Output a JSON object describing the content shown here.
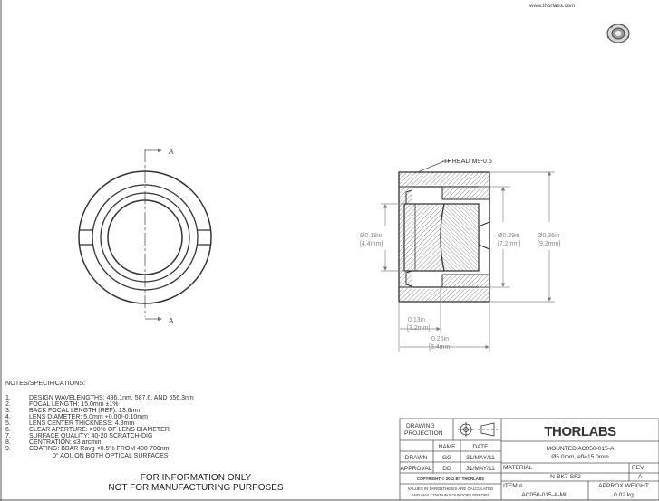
{
  "header": {
    "url": "www.thorlabs.com"
  },
  "views": {
    "front": {
      "section_label_top": "A",
      "section_label_bottom": "A"
    },
    "section": {
      "thread_callout": "THREAD M9-0.5",
      "dim_inner_in": "Ø0.18in",
      "dim_inner_mm": "[4.4mm]",
      "dim_bore_in": "Ø0.29in",
      "dim_bore_mm": "[7.2mm]",
      "dim_outer_in": "Ø0.36in",
      "dim_outer_mm": "[9.2mm]",
      "dim_step_in": "0.13in",
      "dim_step_mm": "[3.2mm]",
      "dim_length_in": "0.25in",
      "dim_length_mm": "[6.4mm]"
    }
  },
  "notes": {
    "title": "NOTES/SPECIFICATIONS:",
    "items": [
      {
        "num": "1.",
        "text": "DESIGN WAVELENGTHS: 486.1nm, 587.6, AND 656.3nm"
      },
      {
        "num": "2.",
        "text": "FOCAL LENGTH: 15.0mm ±1%"
      },
      {
        "num": "3.",
        "text": "BACK FOCAL LENGTH (REF): 13.6mm"
      },
      {
        "num": "4.",
        "text": "LENS DIAMETER: 5.0mm +0.00/-0.10mm"
      },
      {
        "num": "5.",
        "text": "LENS CENTER THICKNESS: 4.8mm"
      },
      {
        "num": "6.",
        "text": "CLEAR APERTURE: >90% OF LENS DIAMETER"
      },
      {
        "num": "7.",
        "text": "SURFACE QUALITY: 40-20 SCRATCH-DIG"
      },
      {
        "num": "8.",
        "text": "CENTRATION: ≤3 arcmin"
      },
      {
        "num": "9.",
        "text": "COATING: BBAR Ravg <0.5% FROM 400-700nm"
      }
    ],
    "coating_cont": "0° AOI, ON BOTH OPTICAL SURFACES",
    "disclaimer_1": "FOR INFORMATION ONLY",
    "disclaimer_2": "NOT FOR MANUFACTURING PURPOSES"
  },
  "title_block": {
    "drawing_projection_1": "DRAWING",
    "drawing_projection_2": "PROJECTION",
    "brand": "THORLABS",
    "title_1": "MOUNTED AC050-015-A",
    "title_2": "Ø5.0mm, efl=15.0mm",
    "name_header": "NAME",
    "date_header": "DATE",
    "drawn_label": "DRAWN",
    "drawn_name": "GG",
    "drawn_date": "31/MAY/11",
    "approval_label": "APPROVAL",
    "approval_name": "DD",
    "approval_date": "31/MAY/11",
    "material_label": "MATERIAL",
    "material": "N-BK7-SF2",
    "rev_label": "REV",
    "rev": "A",
    "copyright": "COPYRIGHT © 2011 BY THORLABS",
    "values_note_1": "VALUES IN PARENTHESIS ARE CALCULATED",
    "values_note_2": "AND MAY CONTAIN ROUNDOFF ERRORS",
    "item_label": "ITEM #",
    "item": "AC050-015-A-ML",
    "weight_label": "APPROX WEIGHT",
    "weight": "0.02 kg"
  },
  "colors": {
    "hatch": "#555555",
    "line": "#333333",
    "dim": "#888888",
    "brand": "#1a1a1a"
  }
}
